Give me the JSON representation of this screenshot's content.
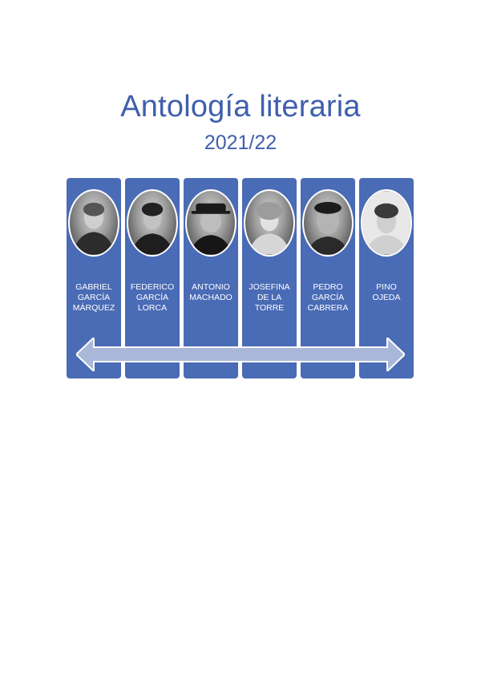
{
  "document": {
    "title": "Antología literaria",
    "subtitle": "2021/22"
  },
  "authors": [
    {
      "line1": "GABRIEL",
      "line2": "GARCÍA",
      "line3": "MÁRQUEZ"
    },
    {
      "line1": "FEDERICO",
      "line2": "GARCÍA",
      "line3": "LORCA"
    },
    {
      "line1": "ANTONIO",
      "line2": "MACHADO",
      "line3": ""
    },
    {
      "line1": "JOSEFINA",
      "line2": "DE LA",
      "line3": "TORRE"
    },
    {
      "line1": "PEDRO",
      "line2": "GARCÍA",
      "line3": "CABRERA"
    },
    {
      "line1": "PINO",
      "line2": "OJEDA",
      "line3": ""
    }
  ],
  "colors": {
    "title": "#3f5fae",
    "column": "#4a6bb5",
    "arrow": "#a9b8d9"
  }
}
